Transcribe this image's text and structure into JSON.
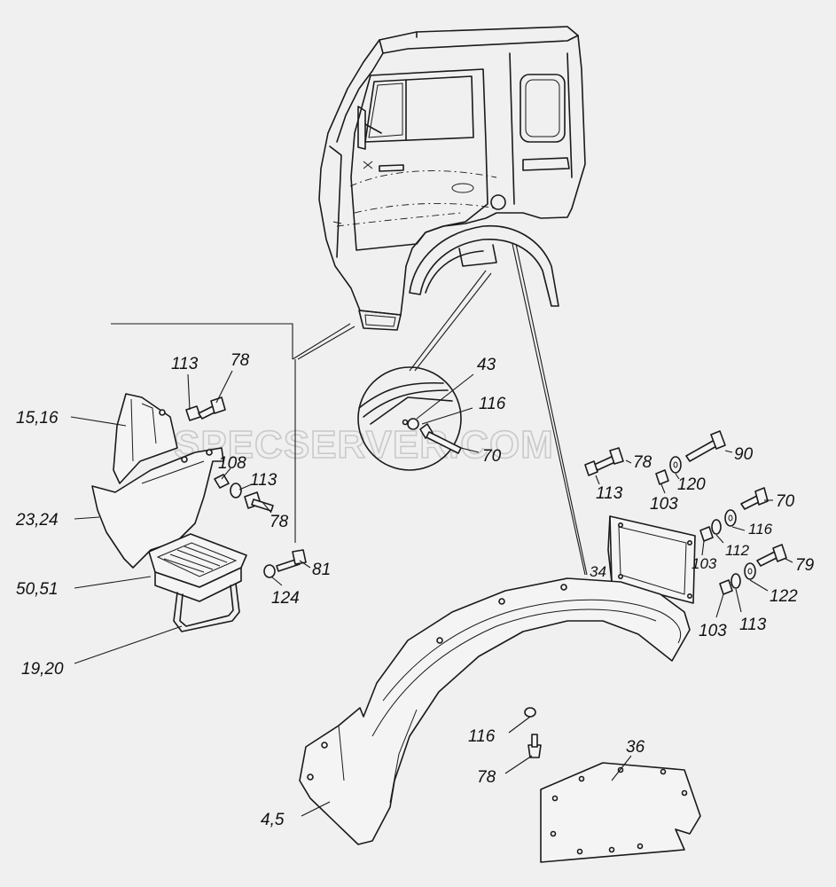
{
  "watermark": "SPECSERVER.COM",
  "callouts": {
    "c113a": "113",
    "c78a": "78",
    "c1516": "15,16",
    "c108": "108",
    "c113b": "113",
    "c78b": "78",
    "c2324": "23,24",
    "c81": "81",
    "c124": "124",
    "c5051": "50,51",
    "c1920": "19,20",
    "c43": "43",
    "c116a": "116",
    "c70a": "70",
    "c90": "90",
    "c78c": "78",
    "c120": "120",
    "c113c": "113",
    "c103a": "103",
    "c70b": "70",
    "c116b": "116",
    "c112": "112",
    "c103b": "103",
    "c79": "79",
    "c122": "122",
    "c103c": "103",
    "c113d": "113",
    "c34": "34",
    "c116c": "116",
    "c78d": "78",
    "c36": "36",
    "c45": "4,5"
  }
}
